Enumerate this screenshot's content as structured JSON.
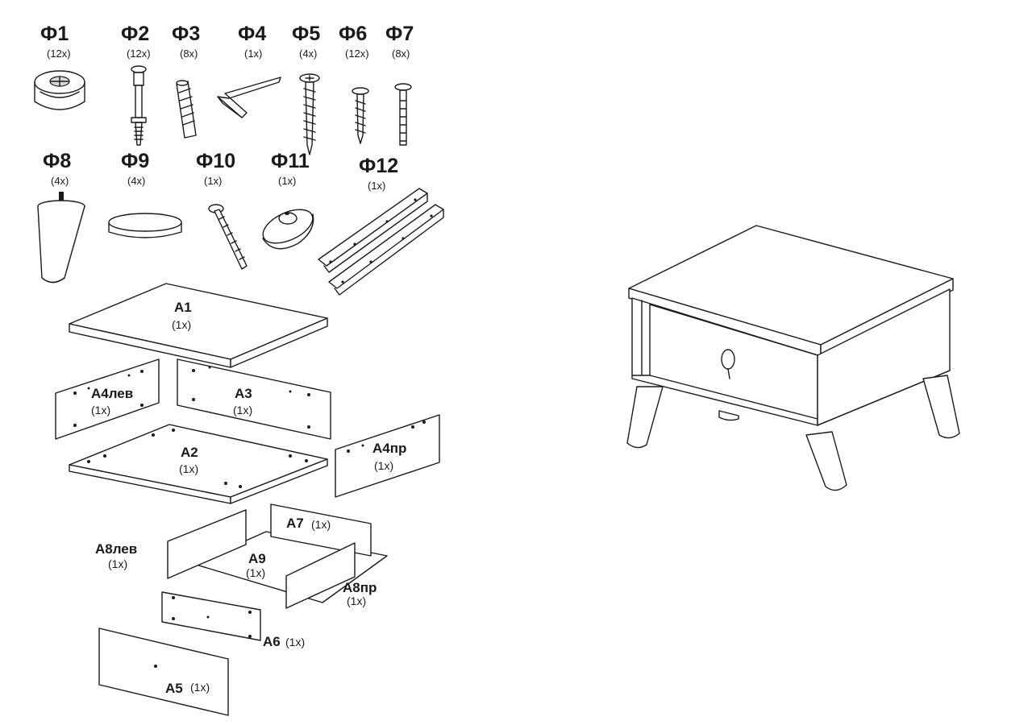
{
  "fittings": [
    {
      "label": "Ф1",
      "qty": "(12x)"
    },
    {
      "label": "Ф2",
      "qty": "(12x)"
    },
    {
      "label": "Ф3",
      "qty": "(8x)"
    },
    {
      "label": "Ф4",
      "qty": "(1x)"
    },
    {
      "label": "Ф5",
      "qty": "(4x)"
    },
    {
      "label": "Ф6",
      "qty": "(12x)"
    },
    {
      "label": "Ф7",
      "qty": "(8x)"
    },
    {
      "label": "Ф8",
      "qty": "(4x)"
    },
    {
      "label": "Ф9",
      "qty": "(4x)"
    },
    {
      "label": "Ф10",
      "qty": "(1x)"
    },
    {
      "label": "Ф11",
      "qty": "(1x)"
    },
    {
      "label": "Ф12",
      "qty": "(1x)"
    }
  ],
  "parts": [
    {
      "label": "А1",
      "qty": "(1x)"
    },
    {
      "label": "А4лев",
      "qty": "(1x)"
    },
    {
      "label": "А3",
      "qty": "(1x)"
    },
    {
      "label": "А2",
      "qty": "(1x)"
    },
    {
      "label": "А4пр",
      "qty": "(1x)"
    },
    {
      "label": "А7",
      "qty": "(1x)"
    },
    {
      "label": "А8лев",
      "qty": "(1x)"
    },
    {
      "label": "А9",
      "qty": "(1x)"
    },
    {
      "label": "А8пр",
      "qty": "(1x)"
    },
    {
      "label": "А6",
      "qty": "(1x)"
    },
    {
      "label": "А5",
      "qty": "(1x)"
    }
  ]
}
